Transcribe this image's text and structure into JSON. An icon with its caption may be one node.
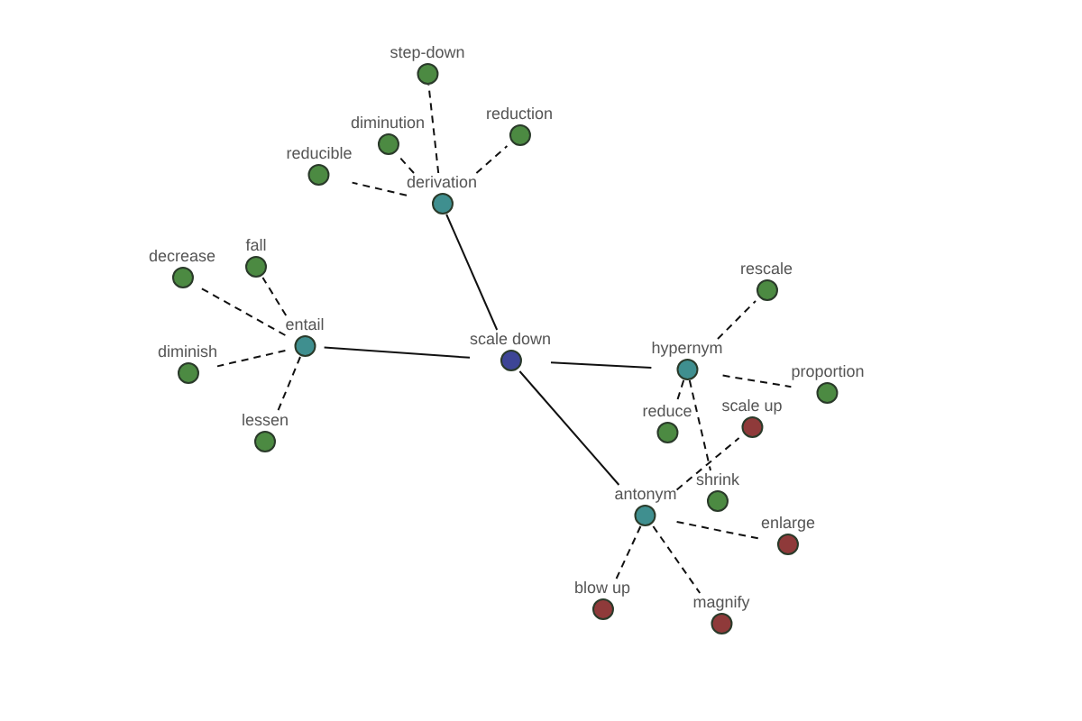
{
  "diagram": {
    "nodes": [
      {
        "text": [
          "scale down"
        ]
      },
      {
        "text": [
          "derivation"
        ]
      },
      {
        "text": [
          "step-down"
        ]
      },
      {
        "text": [
          "diminution"
        ]
      },
      {
        "text": [
          "reduction"
        ]
      },
      {
        "text": [
          "reducible"
        ]
      },
      {
        "text": [
          "entail"
        ]
      },
      {
        "text": [
          "fall"
        ]
      },
      {
        "text": [
          "decrease"
        ]
      },
      {
        "text": [
          "diminish"
        ]
      },
      {
        "text": [
          "lessen"
        ]
      },
      {
        "text": [
          "hypernym"
        ]
      },
      {
        "text": [
          "rescale"
        ]
      },
      {
        "text": [
          "proportion"
        ]
      },
      {
        "text": [
          "reduce"
        ]
      },
      {
        "text": [
          "shrink"
        ]
      },
      {
        "text": [
          "antonym"
        ]
      },
      {
        "text": [
          "scale up"
        ]
      },
      {
        "text": [
          "enlarge"
        ]
      },
      {
        "text": [
          "blow up"
        ]
      },
      {
        "text": [
          "magnify"
        ]
      }
    ],
    "edges": [
      {
        "from": 0,
        "to": 1,
        "arrow": "none"
      },
      {
        "from": 0,
        "to": 6,
        "arrow": "none"
      },
      {
        "from": 0,
        "to": 11,
        "arrow": "none"
      },
      {
        "from": 0,
        "to": 16,
        "arrow": "none"
      },
      {
        "from": 1,
        "to": 2,
        "arrow": "none",
        "style": "dashed"
      },
      {
        "from": 1,
        "to": 3,
        "arrow": "none",
        "style": "dashed"
      },
      {
        "from": 1,
        "to": 4,
        "arrow": "none",
        "style": "dashed"
      },
      {
        "from": 1,
        "to": 5,
        "arrow": "none",
        "style": "dashed"
      },
      {
        "from": 6,
        "to": 7,
        "arrow": "none",
        "style": "dashed"
      },
      {
        "from": 6,
        "to": 8,
        "arrow": "none",
        "style": "dashed"
      },
      {
        "from": 6,
        "to": 9,
        "arrow": "none",
        "style": "dashed"
      },
      {
        "from": 6,
        "to": 10,
        "arrow": "none",
        "style": "dashed"
      },
      {
        "from": 11,
        "to": 12,
        "arrow": "none",
        "style": "dashed"
      },
      {
        "from": 11,
        "to": 13,
        "arrow": "none",
        "style": "dashed"
      },
      {
        "from": 11,
        "to": 14,
        "arrow": "none",
        "style": "dashed"
      },
      {
        "from": 11,
        "to": 15,
        "arrow": "none",
        "style": "dashed"
      },
      {
        "from": 16,
        "to": 17,
        "arrow": "none",
        "style": "dashed"
      },
      {
        "from": 16,
        "to": 18,
        "arrow": "none",
        "style": "dashed"
      },
      {
        "from": 16,
        "to": 19,
        "arrow": "none",
        "style": "dashed"
      },
      {
        "from": 16,
        "to": 20,
        "arrow": "none",
        "style": "dashed"
      }
    ]
  }
}
